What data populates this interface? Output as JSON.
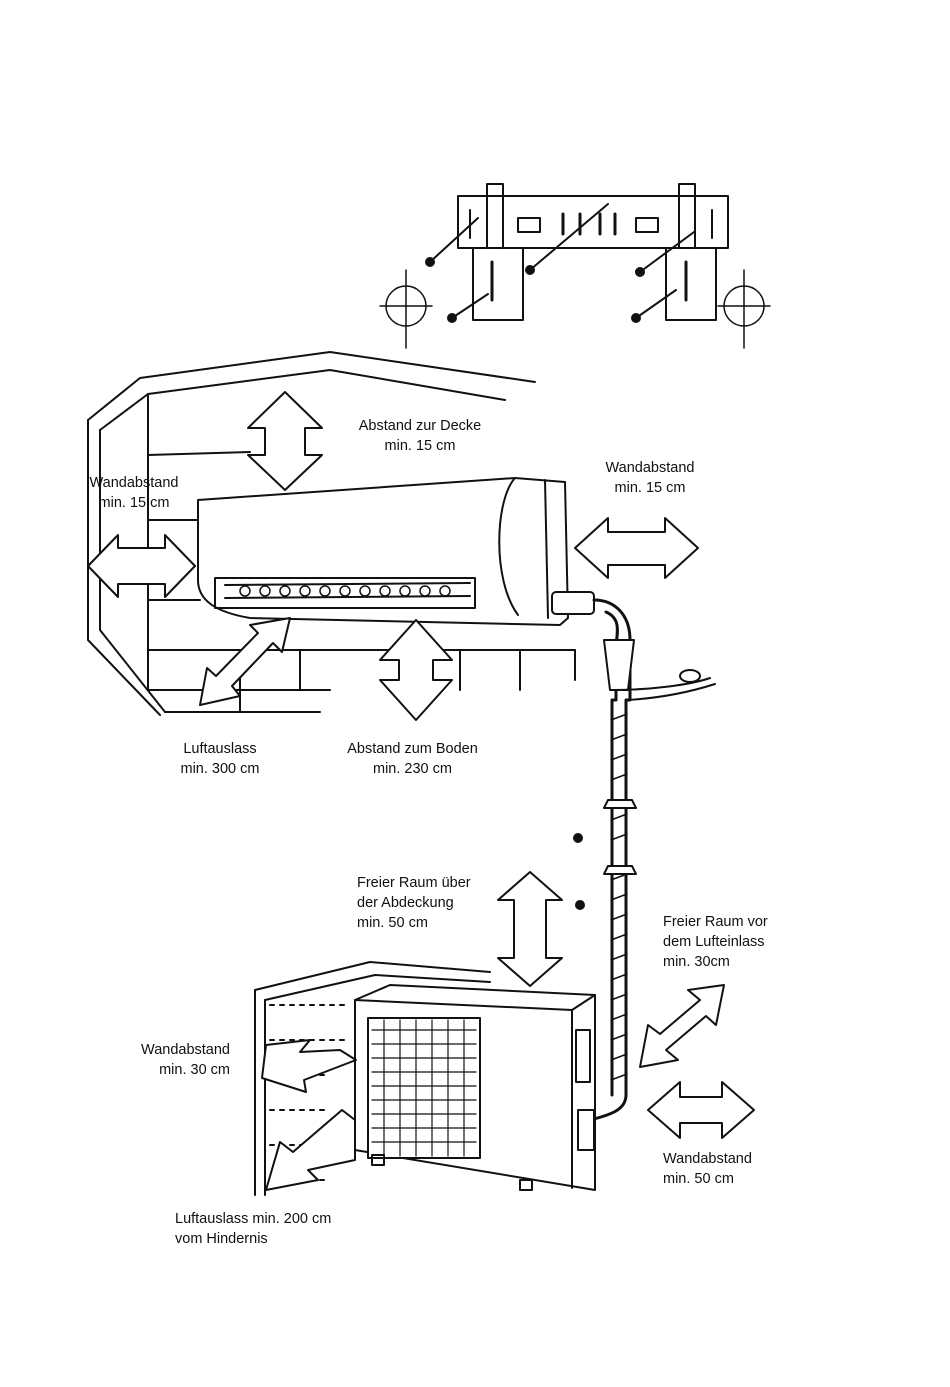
{
  "labels": {
    "ceiling": {
      "line1": "Abstand zur Decke",
      "line2": "min. 15 cm"
    },
    "wall_left_indoor": {
      "line1": "Wandabstand",
      "line2": "min. 15 cm"
    },
    "wall_right_indoor": {
      "line1": "Wandabstand",
      "line2": "min. 15 cm"
    },
    "air_outlet_indoor": {
      "line1": "Luftauslass",
      "line2": "min. 300 cm"
    },
    "floor": {
      "line1": "Abstand zum Boden",
      "line2": "min. 230 cm"
    },
    "top_clearance_outdoor": {
      "line1": "Freier Raum über",
      "line2": "der Abdeckung",
      "line3": "min. 50 cm"
    },
    "front_inlet_outdoor": {
      "line1": "Freier Raum vor",
      "line2": "dem Lufteinlass",
      "line3": "min. 30cm"
    },
    "wall_left_outdoor": {
      "line1": "Wandabstand",
      "line2": "min. 30 cm"
    },
    "wall_right_outdoor": {
      "line1": "Wandabstand",
      "line2": "min. 50 cm"
    },
    "air_outlet_outdoor": {
      "line1": "Luftauslass min. 200 cm",
      "line2": "vom Hindernis"
    }
  }
}
